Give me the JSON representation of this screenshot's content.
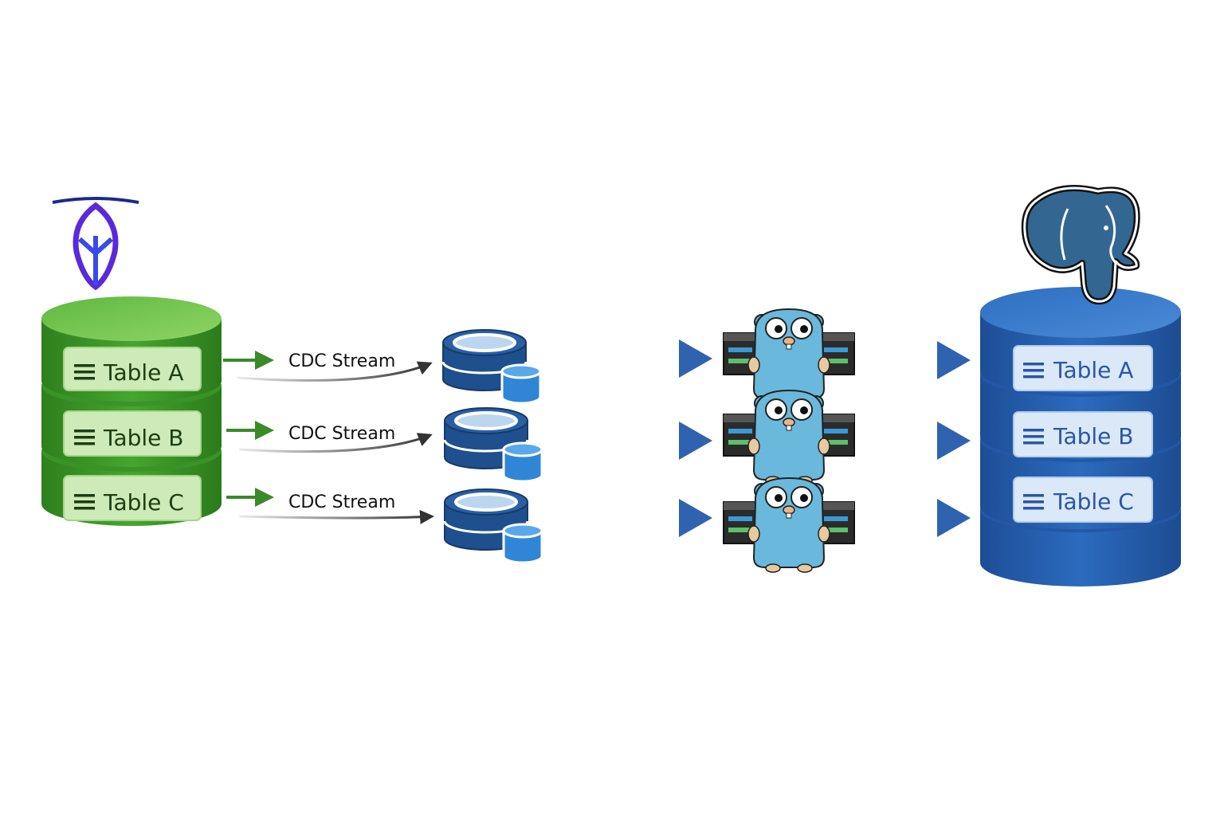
{
  "source": {
    "tables": [
      {
        "label": "Table A"
      },
      {
        "label": "Table B"
      },
      {
        "label": "Table C"
      }
    ]
  },
  "streams": [
    {
      "label": "CDC Stream"
    },
    {
      "label": "CDC Stream"
    },
    {
      "label": "CDC Stream"
    }
  ],
  "target": {
    "tables": [
      {
        "label": "Table A"
      },
      {
        "label": "Table B"
      },
      {
        "label": "Table C"
      }
    ]
  },
  "icons": {
    "source_logo": "cockroach-logo-icon",
    "target_logo": "postgres-elephant-icon",
    "buffer": "database-buffer-icon",
    "worker": "go-gopher-server-icon",
    "table": "table-lines-icon"
  },
  "colors": {
    "source_green": "#3f9a2a",
    "target_blue": "#2a64b4",
    "arrow_blue": "#2f63b0",
    "arrow_green": "#3a8a2a",
    "gopher": "#6ab8dc"
  }
}
